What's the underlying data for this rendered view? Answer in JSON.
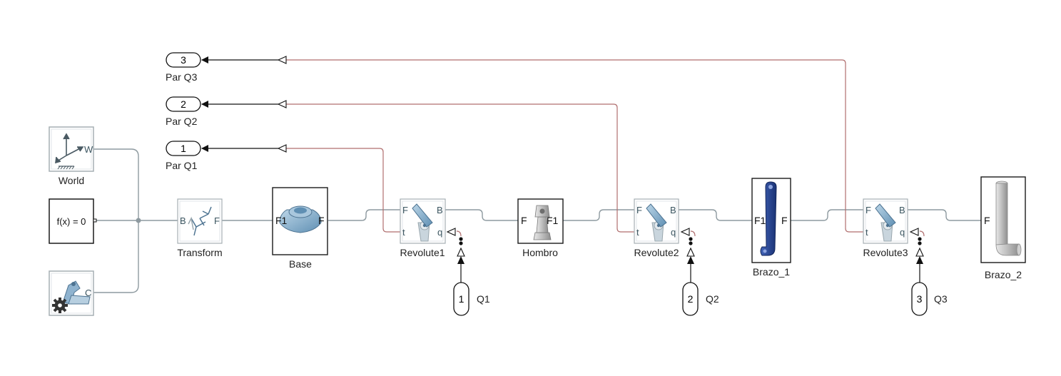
{
  "blocks": {
    "world": {
      "label": "World",
      "port_w": "W"
    },
    "solver": {
      "expression": "f(x) = 0"
    },
    "config": {
      "port_c": "C"
    },
    "transform": {
      "label": "Transform",
      "port_b": "B",
      "port_f": "F"
    },
    "base": {
      "label": "Base",
      "port_f1": "F1",
      "port_f": "F"
    },
    "revolute1": {
      "label": "Revolute1",
      "port_f": "F",
      "port_b": "B",
      "port_t": "t",
      "port_q": "q"
    },
    "hombro": {
      "label": "Hombro",
      "port_f": "F",
      "port_f1": "F1"
    },
    "revolute2": {
      "label": "Revolute2",
      "port_f": "F",
      "port_b": "B",
      "port_t": "t",
      "port_q": "q"
    },
    "brazo1": {
      "label": "Brazo_1",
      "port_f1": "F1",
      "port_f": "F"
    },
    "revolute3": {
      "label": "Revolute3",
      "port_f": "F",
      "port_b": "B",
      "port_t": "t",
      "port_q": "q"
    },
    "brazo2": {
      "label": "Brazo_2",
      "port_f": "F"
    }
  },
  "outports": [
    {
      "number": "3",
      "name": "Par Q3"
    },
    {
      "number": "2",
      "name": "Par Q2"
    },
    {
      "number": "1",
      "name": "Par Q1"
    }
  ],
  "inports": [
    {
      "number": "1",
      "name": "Q1"
    },
    {
      "number": "2",
      "name": "Q2"
    },
    {
      "number": "3",
      "name": "Q3"
    }
  ],
  "colors": {
    "physical_connection": "#8e9aa0",
    "torque_signal": "#b06e6e",
    "signal": "#111111",
    "part_blue_light": "#7aa7c7",
    "part_blue_dark": "#1f3f8f",
    "part_grey": "#bfbfbf"
  }
}
